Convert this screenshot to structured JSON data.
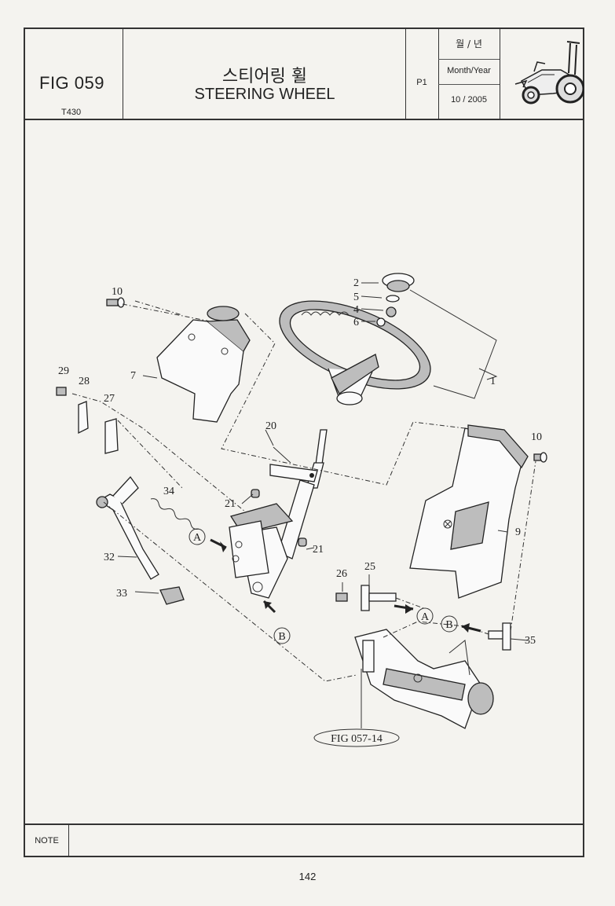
{
  "header": {
    "fig_no": "FIG 059",
    "model": "T430",
    "title_ko": "스티어링 휠",
    "title_en": "STEERING WHEEL",
    "page_code": "P1",
    "month_year_ko": "월 / 년",
    "month_year_en": "Month/Year",
    "date": "10 / 2005"
  },
  "diagram": {
    "callouts": [
      "10",
      "2",
      "5",
      "4",
      "6",
      "1",
      "7",
      "29",
      "28",
      "27",
      "20",
      "10",
      "34",
      "21",
      "21",
      "9",
      "32",
      "33",
      "26",
      "25",
      "35"
    ],
    "reference_markers": [
      "A",
      "B",
      "A",
      "B"
    ],
    "ref_label": "FIG  057-14"
  },
  "note": {
    "label": "NOTE"
  },
  "footer": {
    "page_number": "142"
  }
}
